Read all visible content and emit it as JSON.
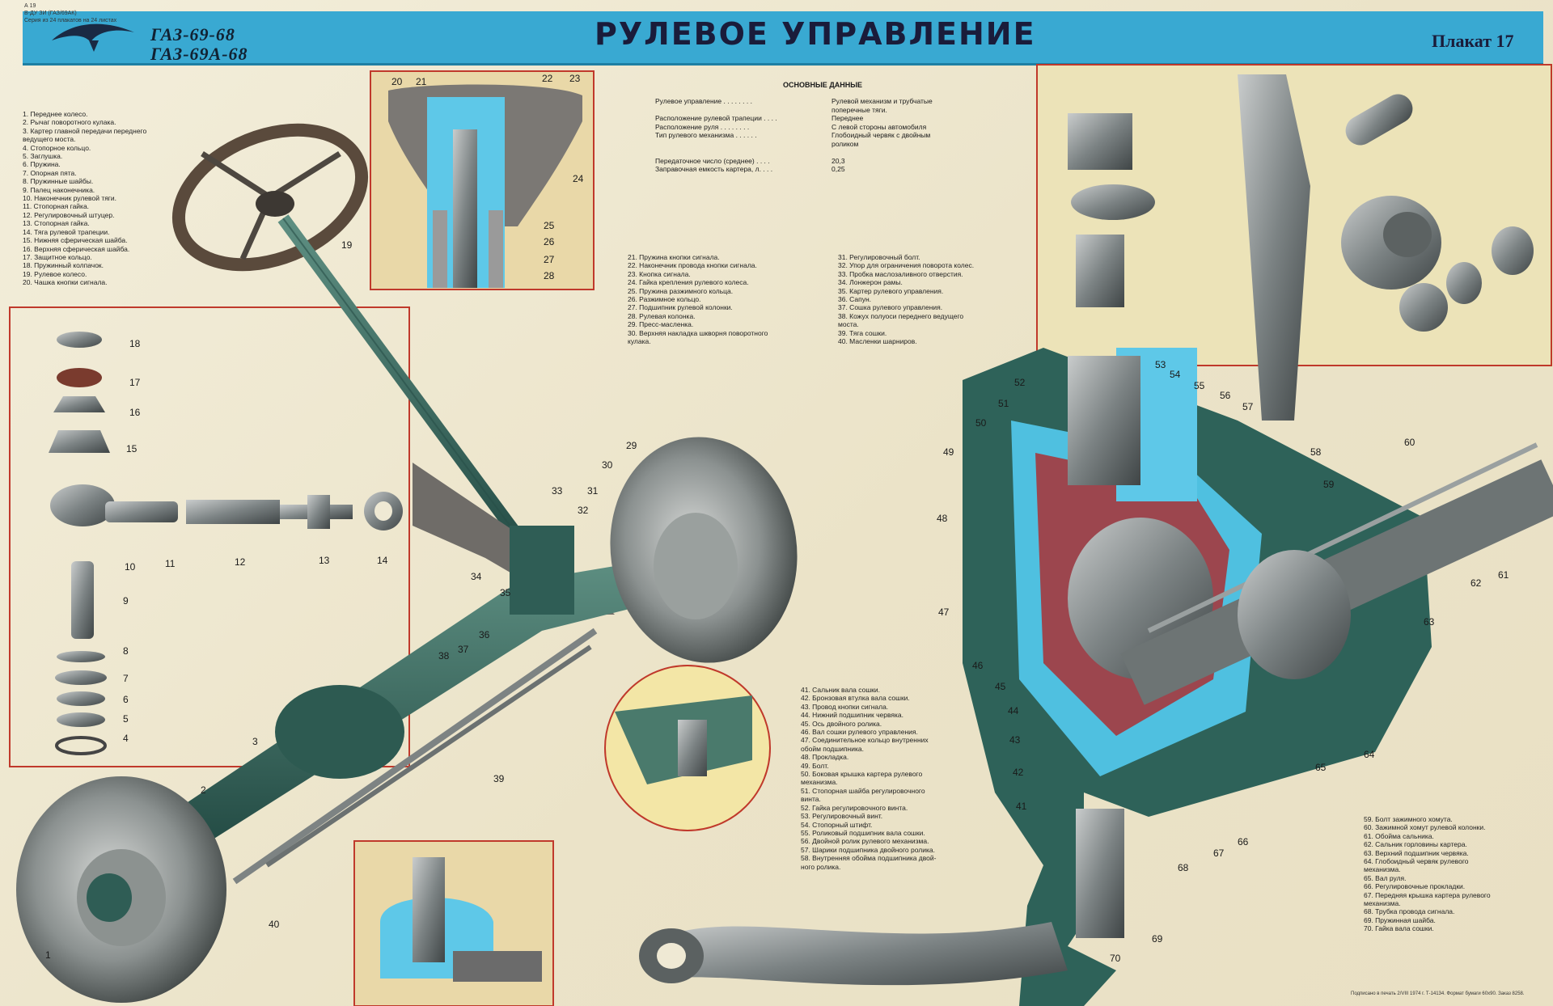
{
  "header": {
    "series_line_1": "А 19",
    "series_line_2": "В-ДУ ЗИ (ГАЗ/69АК)",
    "series_line_3": "Серия из 24 плакатов на 24 листах",
    "model_1": "ГАЗ-69-68",
    "model_2": "ГАЗ-69А-68",
    "title": "РУЛЕВОЕ УПРАВЛЕНИЕ",
    "plakat": "Плакат 17"
  },
  "specs": {
    "heading": "ОСНОВНЫЕ ДАННЫЕ",
    "rows": [
      {
        "k": "Рулевое управление . . . . . . . .",
        "v": "Рулевой механизм и трубчатые"
      },
      {
        "k": "",
        "v": "поперечные тяги."
      },
      {
        "k": "Расположение рулевой трапеции . . . .",
        "v": "Переднее"
      },
      {
        "k": "Расположение руля . . . . . . . .",
        "v": "С левой стороны автомобиля"
      },
      {
        "k": "Тип рулевого механизма . . . . . .",
        "v": "Глобоидный червяк с двойным"
      },
      {
        "k": "",
        "v": "роликом"
      },
      {
        "k": "",
        "v": ""
      },
      {
        "k": "Передаточное число (среднее) . . . .",
        "v": "20,3"
      },
      {
        "k": "Заправочная емкость картера, л. . . .",
        "v": "0,25"
      }
    ]
  },
  "legend_1": [
    "1. Переднее колесо.",
    "2. Рычаг поворотного кулака.",
    "3. Картер главной передачи переднего",
    "   ведущего моста.",
    "4. Стопорное кольцо.",
    "5. Заглушка.",
    "6. Пружина.",
    "7. Опорная пята.",
    "8. Пружинные шайбы.",
    "9. Палец наконечника.",
    "10. Наконечник рулевой тяги.",
    "11. Стопорная гайка.",
    "12. Регулировочный штуцер.",
    "13. Стопорная гайка.",
    "14. Тяга рулевой трапеции.",
    "15. Нижняя сферическая шайба.",
    "16. Верхняя сферическая шайба.",
    "17. Защитное кольцо.",
    "18. Пружинный колпачок.",
    "19. Рулевое колесо.",
    "20. Чашка кнопки сигнала."
  ],
  "legend_2": [
    "21. Пружина кнопки сигнала.",
    "22. Наконечник провода кнопки сигнала.",
    "23. Кнопка сигнала.",
    "24. Гайка крепления рулевого колеса.",
    "25. Пружина разжимного кольца.",
    "26. Разжимное кольцо.",
    "27. Подшипник рулевой колонки.",
    "28. Рулевая колонка.",
    "29. Пресс-масленка.",
    "30. Верхняя накладка шкворня поворотного",
    "    кулака."
  ],
  "legend_3": [
    "31. Регулировочный болт.",
    "32. Упор для ограничения поворота колес.",
    "33. Пробка маслозаливного отверстия.",
    "34. Лонжерон рамы.",
    "35. Картер рулевого управления.",
    "36. Сапун.",
    "37. Сошка рулевого управления.",
    "38. Кожух полуоси переднего ведущего",
    "    моста.",
    "39. Тяга сошки.",
    "40. Масленки шарниров."
  ],
  "legend_4": [
    "41. Сальник вала сошки.",
    "42. Бронзовая втулка вала сошки.",
    "43. Провод кнопки сигнала.",
    "44. Нижний подшипник червяка.",
    "45. Ось двойного ролика.",
    "46. Вал сошки рулевого управления.",
    "47. Соединительное кольцо внутренних",
    "    обойм подшипника.",
    "48. Прокладка.",
    "49. Болт.",
    "50. Боковая крышка картера рулевого",
    "    механизма.",
    "51. Стопорная шайба регулировочного",
    "    винта.",
    "52. Гайка регулировочного винта.",
    "53. Регулировочный винт.",
    "54. Стопорный штифт.",
    "55. Роликовый подшипник вала сошки.",
    "56. Двойной ролик рулевого механизма.",
    "57. Шарики подшипника двойного ролика.",
    "58. Внутренняя обойма подшипника двой-",
    "    ного ролика."
  ],
  "legend_5": [
    "59. Болт зажимного хомута.",
    "60. Зажимной хомут рулевой колонки.",
    "61. Обойма сальника.",
    "62. Сальник горловины картера.",
    "63. Верхний подшипник червяка.",
    "64. Глобоидный червяк рулевого",
    "    механизма.",
    "65. Вал руля.",
    "66. Регулировочные прокладки.",
    "67. Передняя крышка картера рулевого",
    "    механизма.",
    "68. Трубка провода сигнала.",
    "69. Пружинная шайба.",
    "70. Гайка вала сошки."
  ],
  "footer": "Подписано в печать 2/VIII 1974 г. Т-14134. Формат бумаги 60х90. Заказ 8258.",
  "callouts": {
    "c1": "1",
    "c2": "2",
    "c3": "3",
    "c4": "4",
    "c5": "5",
    "c6": "6",
    "c7": "7",
    "c8": "8",
    "c9": "9",
    "c10": "10",
    "c11": "11",
    "c12": "12",
    "c13": "13",
    "c14": "14",
    "c15": "15",
    "c16": "16",
    "c17": "17",
    "c18": "18",
    "c19": "19",
    "c20": "20",
    "c21": "21",
    "c22": "22",
    "c23": "23",
    "c24": "24",
    "c25": "25",
    "c26": "26",
    "c27": "27",
    "c28": "28",
    "c29": "29",
    "c30": "30",
    "c31": "31",
    "c32": "32",
    "c33": "33",
    "c34": "34",
    "c35": "35",
    "c36": "36",
    "c37": "37",
    "c38": "38",
    "c39": "39",
    "c40": "40",
    "c41": "41",
    "c42": "42",
    "c43": "43",
    "c44": "44",
    "c45": "45",
    "c46": "46",
    "c47": "47",
    "c48": "48",
    "c49": "49",
    "c50": "50",
    "c51": "51",
    "c52": "52",
    "c53": "53",
    "c54": "54",
    "c55": "55",
    "c56": "56",
    "c57": "57",
    "c58": "58",
    "c59": "59",
    "c60": "60",
    "c61": "61",
    "c62": "62",
    "c63": "63",
    "c64": "64",
    "c65": "65",
    "c66": "66",
    "c67": "67",
    "c68": "68",
    "c69": "69",
    "c70": "70"
  }
}
